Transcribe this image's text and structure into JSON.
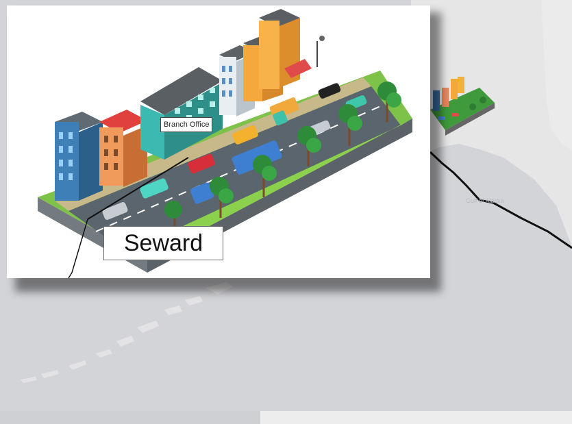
{
  "map": {
    "base_color": "#d3d4d8",
    "water_color": "#d3d4d8",
    "land_color": "#e6e6e7",
    "route_color": "#111111",
    "labels": {
      "alaska_gulf": "Gulf of Alaska"
    }
  },
  "inset": {
    "callouts": {
      "branch_office": "Branch Office",
      "city": "Seward"
    }
  }
}
